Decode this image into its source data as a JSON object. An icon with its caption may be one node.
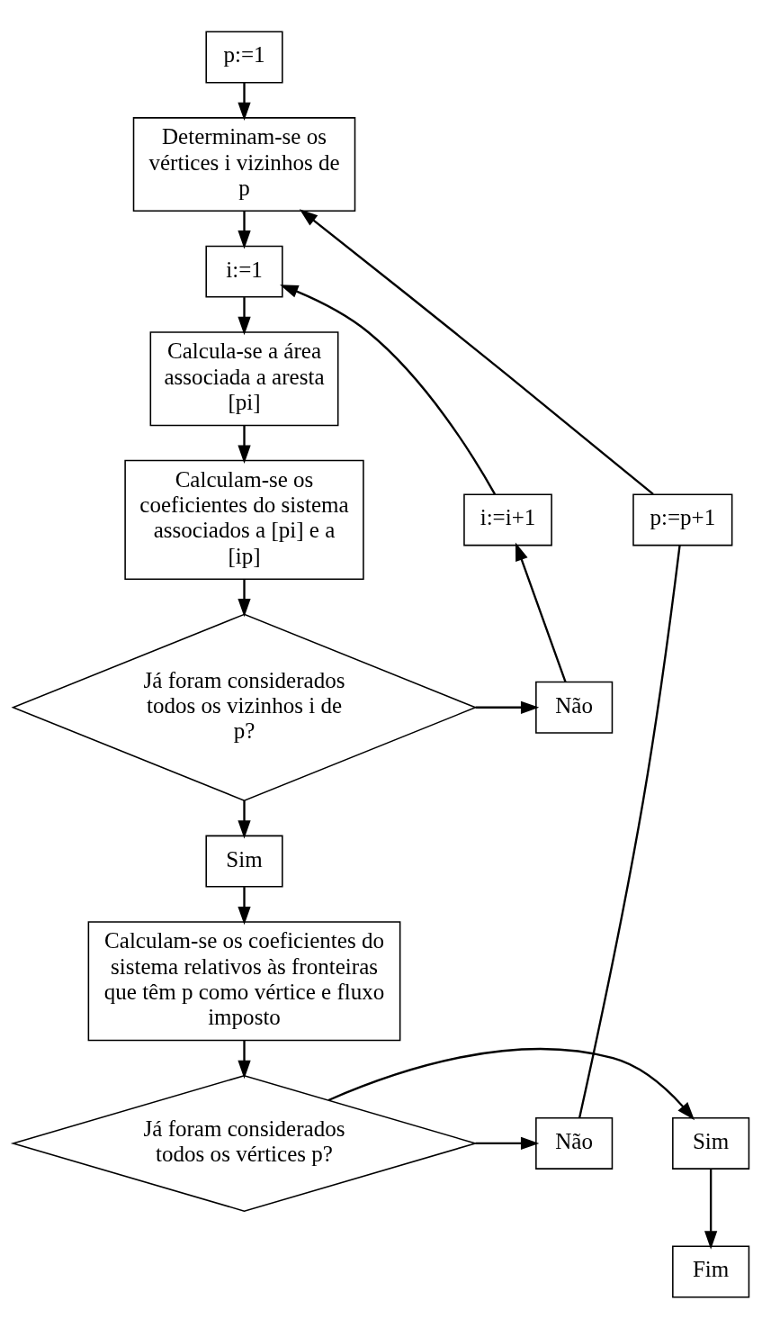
{
  "diagram": {
    "nodes": [
      {
        "text": [
          "p:=1"
        ]
      },
      {
        "text": [
          "Determinam-se os vértices i vizinhos de p"
        ]
      },
      {
        "text": [
          "i:=1"
        ]
      },
      {
        "text": [
          "Calcula-se a área associada a aresta [pi]"
        ]
      },
      {
        "text": [
          "Calculam-se os coeficientes do sistema associados a [pi] e a [ip]"
        ]
      },
      {
        "text": [
          "Já foram considerados todos os vizinhos i de p?"
        ]
      },
      {
        "text": [
          "Não"
        ]
      },
      {
        "text": [
          "i:=i+1"
        ]
      },
      {
        "text": [
          "Sim"
        ]
      },
      {
        "text": [
          "Calculam-se os coeficientes do sistema relativos às fronteiras que têm p como vértice e fluxo imposto"
        ]
      },
      {
        "text": [
          "Já foram considerados todos os vértices p?"
        ]
      },
      {
        "text": [
          "Sim"
        ]
      },
      {
        "text": [
          "Fim"
        ]
      },
      {
        "text": [
          "Não"
        ]
      },
      {
        "text": [
          "p:=p+1"
        ]
      }
    ],
    "edges": [
      {
        "from": 0,
        "to": 1,
        "arrow": "to"
      },
      {
        "from": 1,
        "to": 2,
        "arrow": "to"
      },
      {
        "from": 2,
        "to": 3,
        "arrow": "to"
      },
      {
        "from": 3,
        "to": 4,
        "arrow": "to"
      },
      {
        "from": 4,
        "to": 5,
        "arrow": "to"
      },
      {
        "from": 5,
        "to": 6,
        "arrow": "to"
      },
      {
        "from": 6,
        "to": 7,
        "arrow": "to"
      },
      {
        "from": 7,
        "to": 2,
        "arrow": "to"
      },
      {
        "from": 5,
        "to": 8,
        "arrow": "to"
      },
      {
        "from": 8,
        "to": 9,
        "arrow": "to"
      },
      {
        "from": 9,
        "to": 10,
        "arrow": "to"
      },
      {
        "from": 10,
        "to": 11,
        "arrow": "to"
      },
      {
        "from": 11,
        "to": 12,
        "arrow": "to"
      },
      {
        "from": 10,
        "to": 13,
        "arrow": "to"
      },
      {
        "from": 13,
        "to": 14,
        "arrow": "none"
      },
      {
        "from": 14,
        "to": 1,
        "arrow": "to"
      }
    ]
  }
}
